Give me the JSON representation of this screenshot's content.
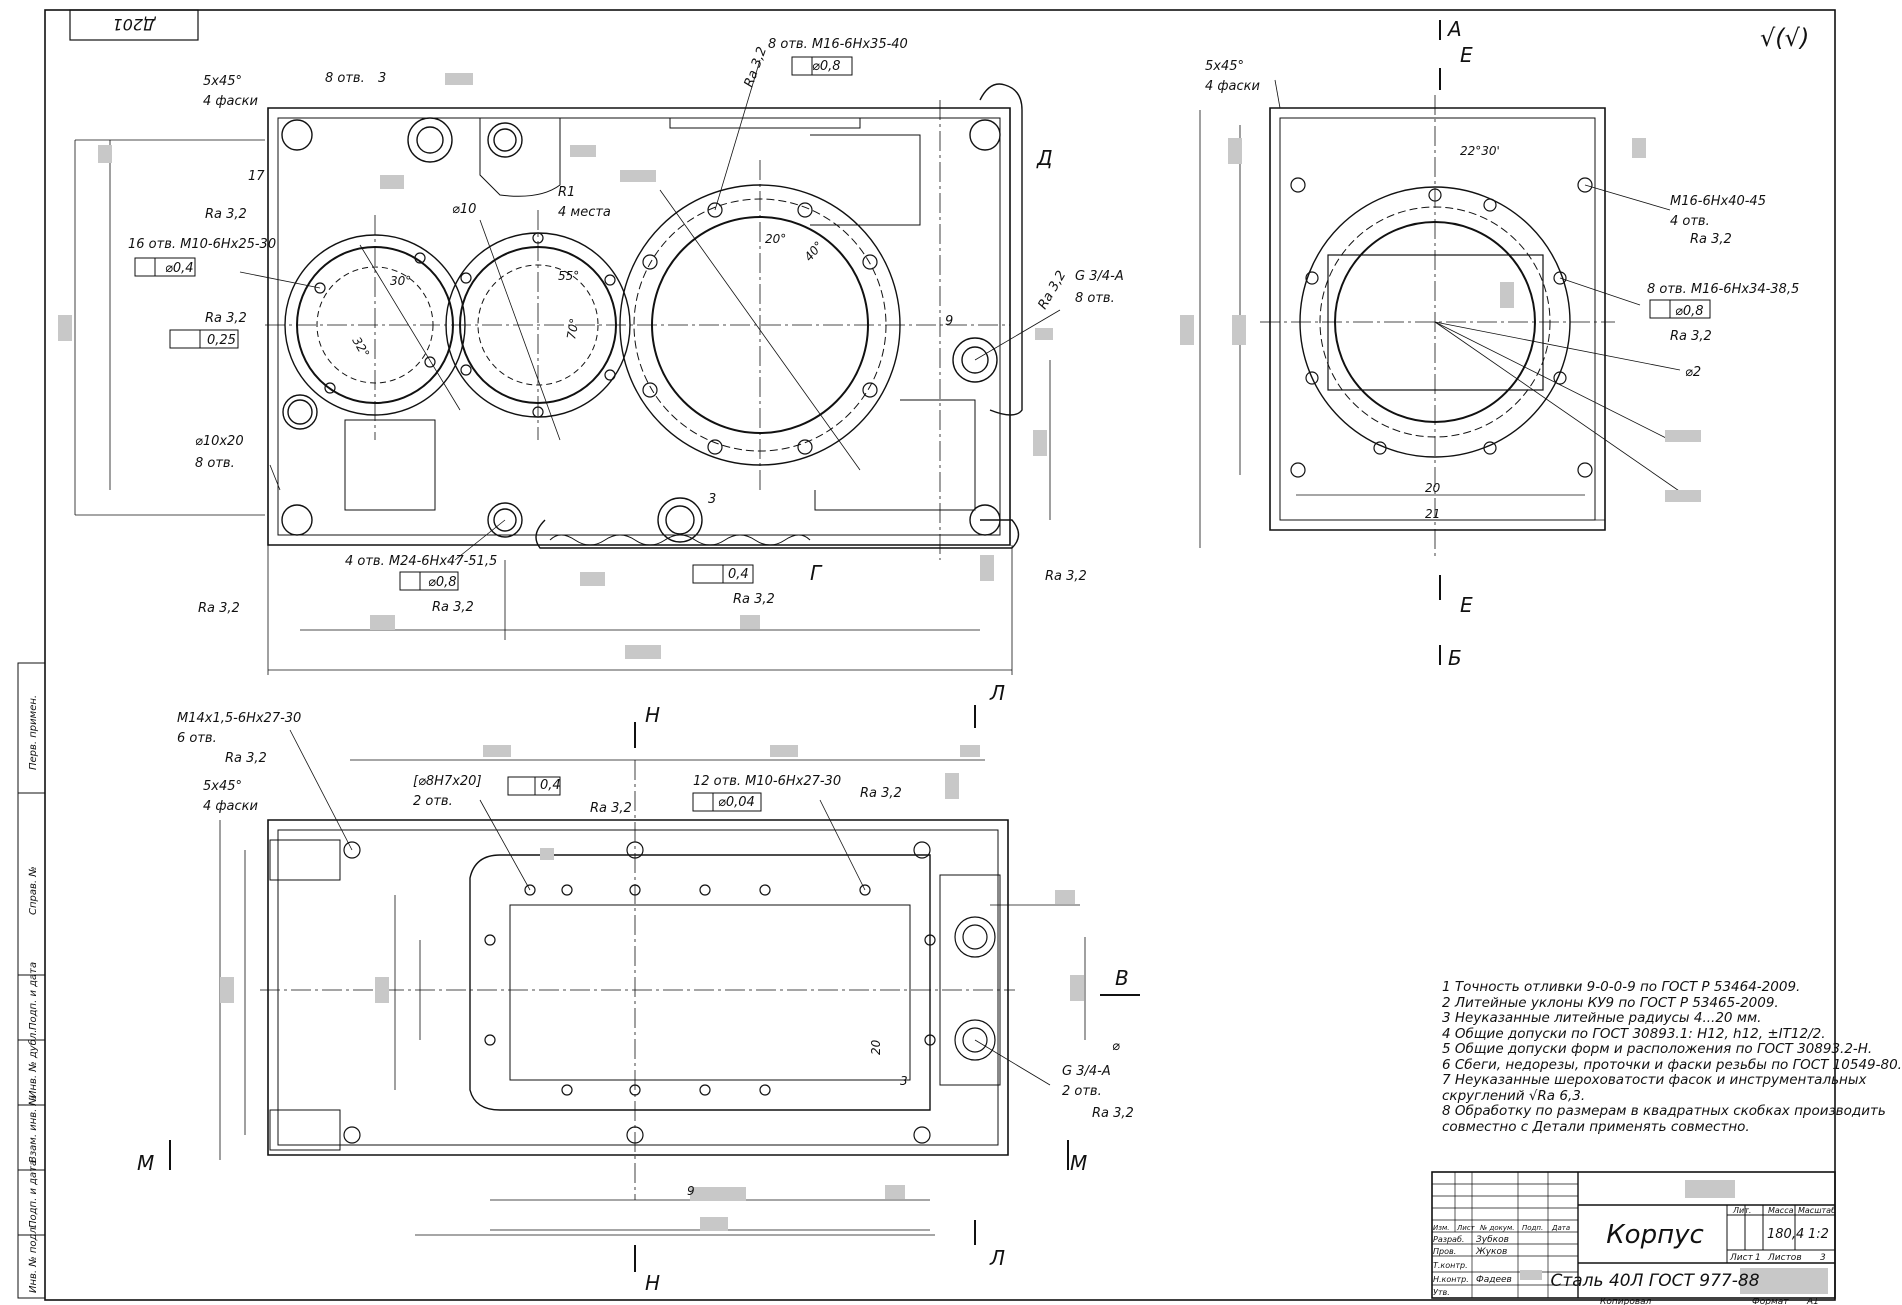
{
  "sheet": {
    "corner_code": "Д201",
    "roughness_symbol": "√(√)"
  },
  "front_view": {
    "chamfer": "5x45°",
    "chamfer_count": "4 фаски",
    "holes_top_left": "8 отв.",
    "dim_3": "3",
    "dim_17": "17",
    "dim_9": "9",
    "dim_3b": "3",
    "tap_top": "8 отв. M16-6Hx35-40",
    "tap_top_pos": "⌀0,8",
    "ra_top": "Ra 3,2",
    "r_label": "R1",
    "r_count": "4 места",
    "phi_10": "⌀10",
    "ra_left1": "Ra 3,2",
    "tap_left": "16 отв. M10-6Hx25-30",
    "tap_left_pos": "⌀0,4",
    "ra_left2": "Ra 3,2",
    "flat_left": "0,25",
    "angle_30": "30°",
    "angle_32": "32°",
    "angle_55": "55°",
    "angle_70": "70°",
    "angle_20": "20°",
    "angle_40": "40°",
    "pipe_thread": "G 3/4-A",
    "pipe_count": "8 отв.",
    "ra_pipe": "Ra 3,2",
    "hole_phi10x20": "⌀10x20",
    "hole_phi10_count": "8 отв.",
    "tap_bottom": "4 отв. M24-6Hx47-51,5",
    "tap_bottom_pos": "⌀0,8",
    "ra_bottom": "Ra 3,2",
    "ra_bl": "Ra 3,2",
    "flat_bottom": "0,4",
    "ra_bottom2": "Ra 3,2",
    "ra_br": "Ra 3,2",
    "label_D": "Д",
    "label_G": "Г"
  },
  "section_markers": {
    "A": "А",
    "E_top": "Е",
    "E_bottom": "Е",
    "B": "Б",
    "N_top": "Н",
    "N_bottom": "Н",
    "L_top": "Л",
    "L_bottom": "Л",
    "V": "В",
    "M_left": "М",
    "M_right": "М"
  },
  "side_view": {
    "chamfer": "5x45°",
    "chamfer_count": "4 фаски",
    "angle": "22°30'",
    "tap1": "M16-6Hx40-45",
    "tap1_count": "4 отв.",
    "ra1": "Ra 3,2",
    "tap2": "8 отв. M16-6Hx34-38,5",
    "tap2_pos": "⌀0,8",
    "ra2": "Ra 3,2",
    "phi_label": "⌀2",
    "dim_a": "20",
    "dim_b": "21"
  },
  "top_view": {
    "tap": "M14x1,5-6Hx27-30",
    "tap_count": "6 отв.",
    "ra1": "Ra 3,2",
    "chamfer": "5x45°",
    "chamfer_count": "4 фаски",
    "bore": "[⌀8H7x20]",
    "bore_count": "2 отв.",
    "flat": "0,4",
    "ra2": "Ra 3,2",
    "tap2": "12 отв. M10-6Hx27-30",
    "tap2_pos": "⌀0,04",
    "ra3": "Ra 3,2",
    "pipe_thread": "G 3/4-A",
    "pipe_count": "2 отв.",
    "ra4": "Ra 3,2",
    "phi_label": "⌀",
    "dim_20": "20",
    "dim_3": "3",
    "dim_9": "9"
  },
  "notes": [
    "1 Точность отливки 9-0-0-9 по ГОСТ Р 53464-2009.",
    "2 Литейные уклоны КУ9 по ГОСТ Р 53465-2009.",
    "3 Неуказанные литейные радиусы 4...20 мм.",
    "4 Общие допуски по ГОСТ 30893.1: H12, h12, ±IT12/2.",
    "5 Общие допуски форм и расположения по ГОСТ 30893.2-Н.",
    "6 Сбеги, недорезы, проточки и фаски резьбы по ГОСТ 10549-80.",
    "7 Неуказанные шероховатости фасок и инструментальных",
    "скруглений √Ra 6,3.",
    "8 Обработку по размерам в квадратных скобках производить",
    "совместно с        Детали применять совместно."
  ],
  "title_block": {
    "part_name": "Корпус",
    "material": "Сталь 40Л ГОСТ 977-88",
    "col_lit": "Лит.",
    "col_mass": "Масса",
    "col_scale": "Масштаб",
    "mass": "180,4",
    "scale": "1:2",
    "sheet_label": "Лист",
    "sheet_no": "1",
    "sheets_label": "Листов",
    "sheets": "3",
    "h_izm": "Изм.",
    "h_list": "Лист",
    "h_doc": "№ докум.",
    "h_sign": "Подп.",
    "h_date": "Дата",
    "r_razrab": "Разраб.",
    "r_prov": "Пров.",
    "r_tkontr": "Т.контр.",
    "r_nkontr": "Н.контр.",
    "r_utv": "Утв.",
    "n_razrab": "Зубков",
    "n_prov": "Жуков",
    "n_nkontr": "Фадеев",
    "copied": "Копировал",
    "format_label": "Формат",
    "format": "А1"
  },
  "side_stamps": [
    "Перв. примен.",
    "Справ. №",
    "Подп. и дата",
    "Инв. № дубл.",
    "Взам. инв. №",
    "Подп. и дата",
    "Инв. № подл."
  ]
}
